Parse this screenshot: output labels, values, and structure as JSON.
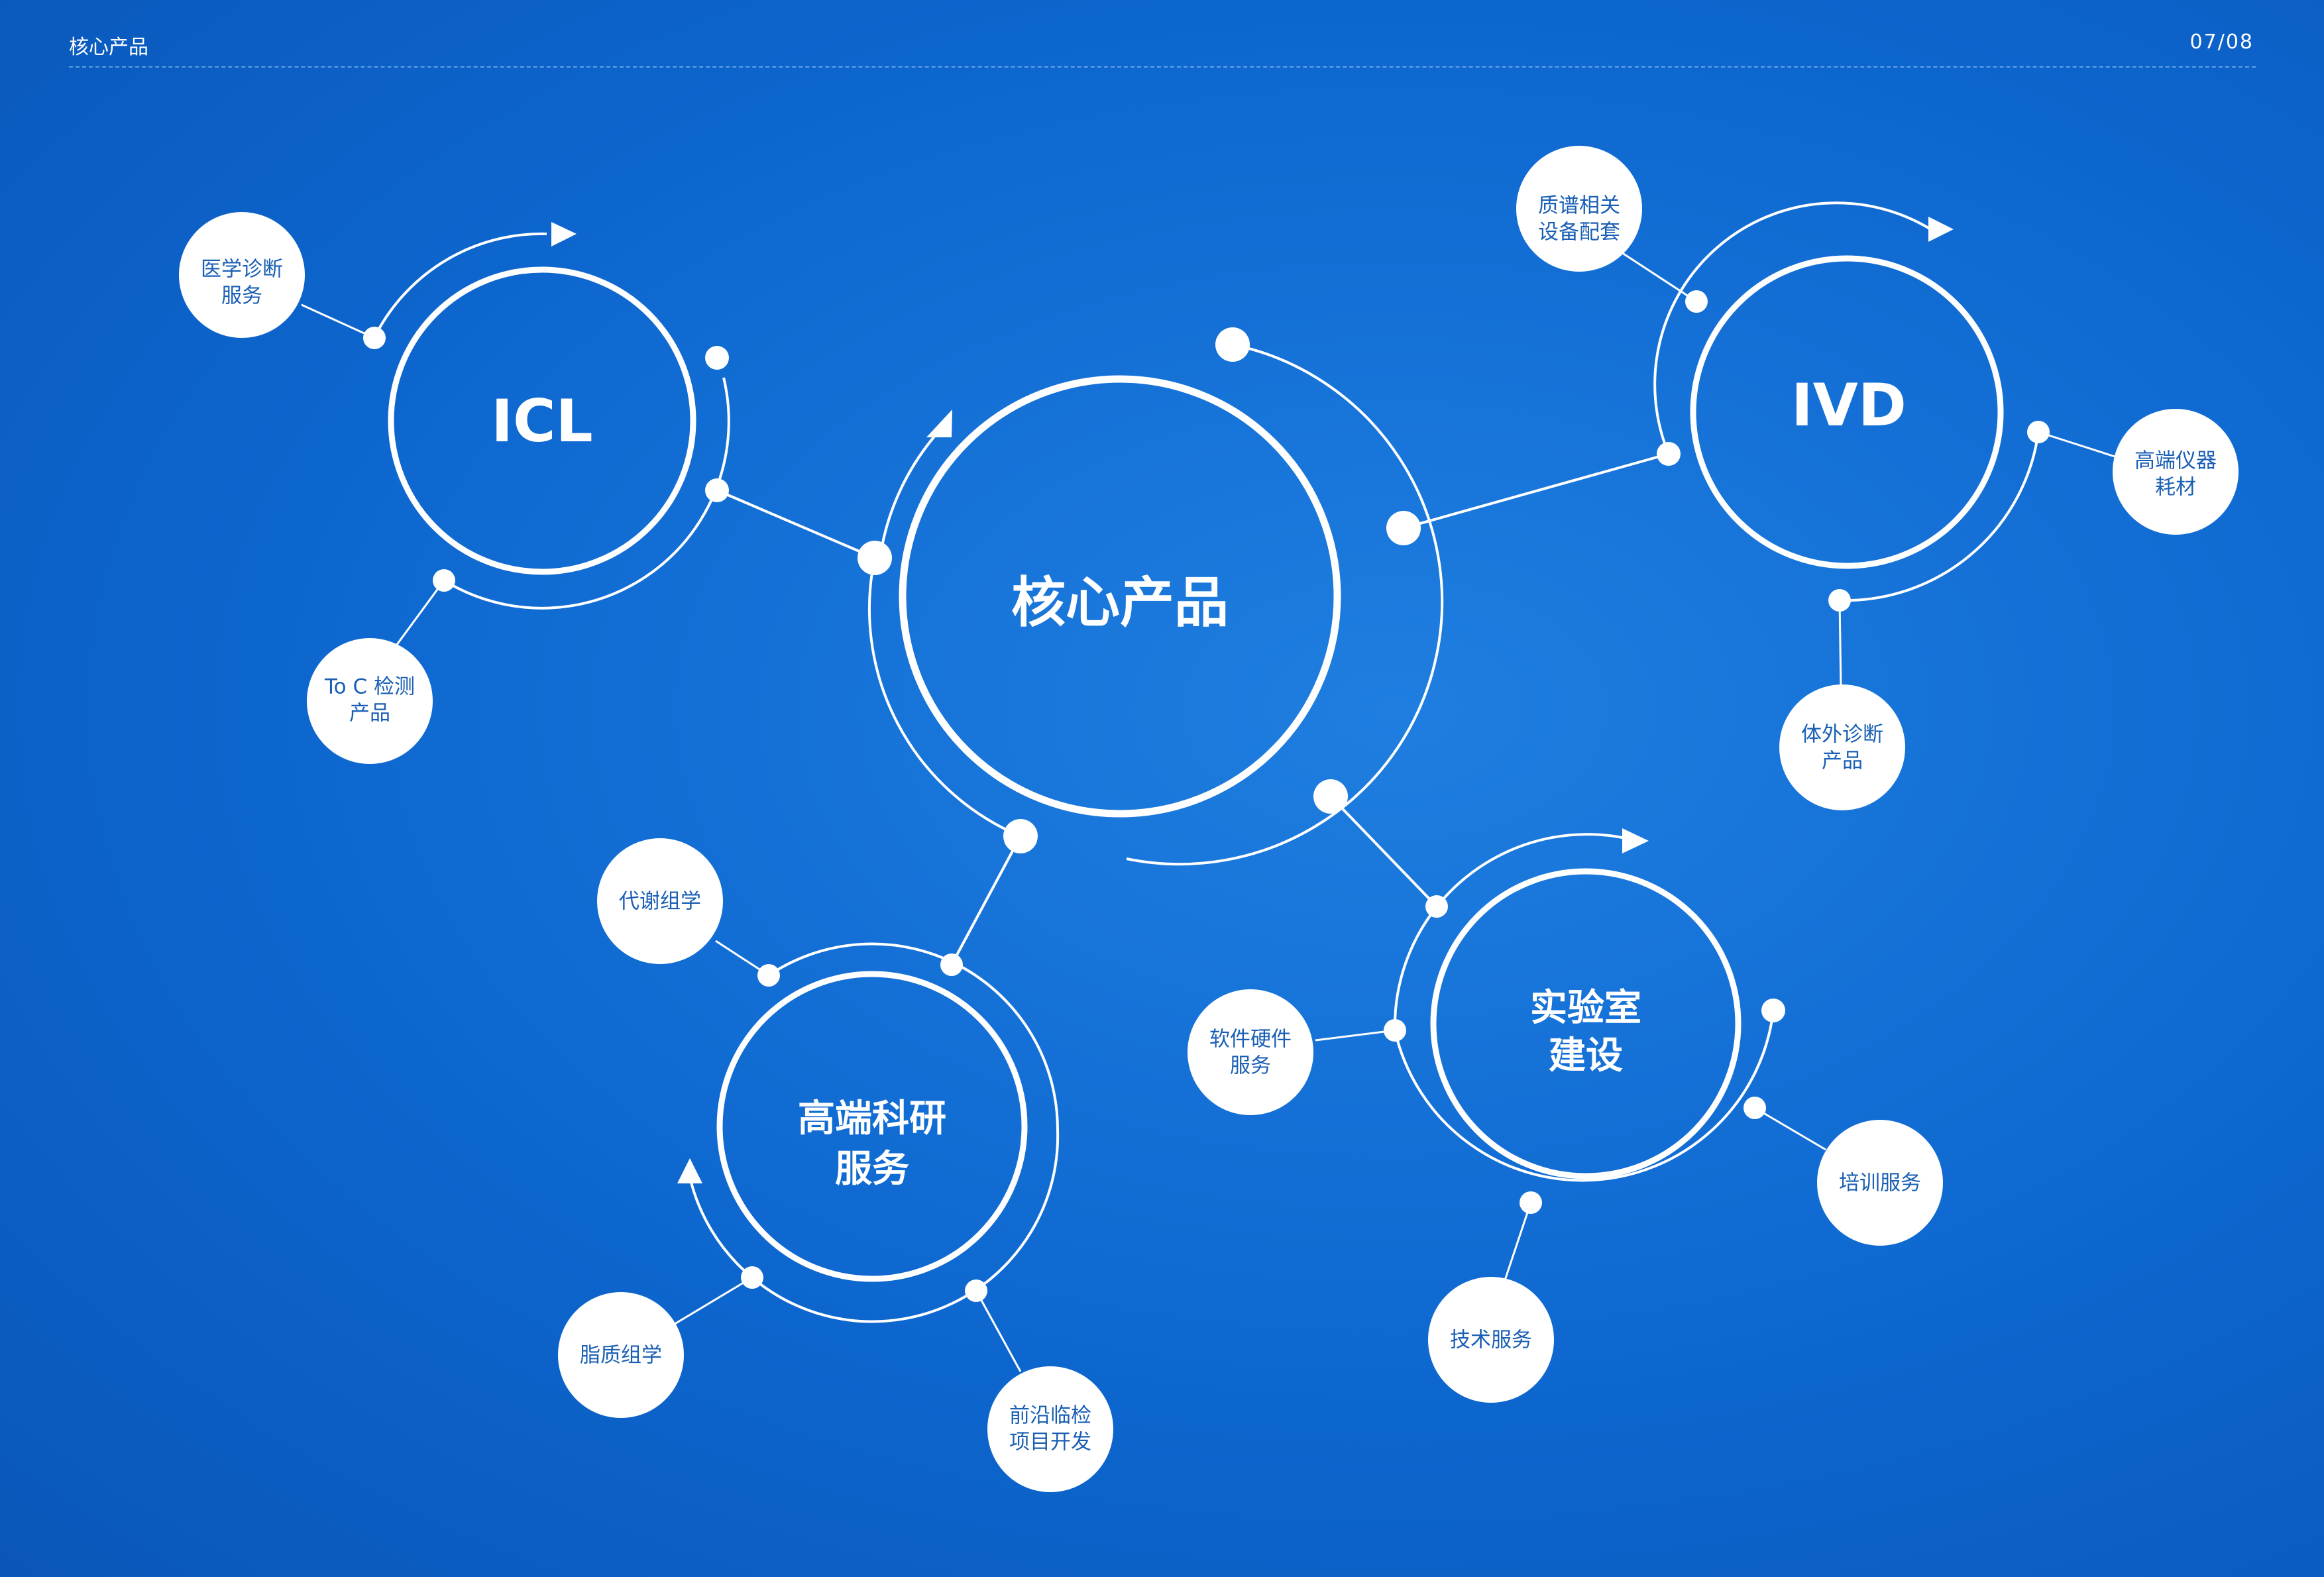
{
  "header": {
    "title": "核心产品",
    "page": "07/08"
  },
  "hubs": {
    "core": {
      "label": "核心产品"
    },
    "icl": {
      "label": "ICL"
    },
    "ivd": {
      "label": "IVD"
    },
    "research": {
      "line1": "高端科研",
      "line2": "服务"
    },
    "lab": {
      "line1": "实验室",
      "line2": "建设"
    }
  },
  "leaves": {
    "medical_diagnosis": {
      "line1": "医学诊断",
      "line2": "服务"
    },
    "toc_test": {
      "line1": "To C 检测",
      "line2": "产品"
    },
    "ms_equipment": {
      "line1": "质谱相关",
      "line2": "设备配套"
    },
    "instrument_consumables": {
      "line1": "高端仪器",
      "line2": "耗材"
    },
    "ivd_products": {
      "line1": "体外诊断",
      "line2": "产品"
    },
    "metabolomics": {
      "line1": "代谢组学"
    },
    "lipidomics": {
      "line1": "脂质组学"
    },
    "frontier_clinical": {
      "line1": "前沿临检",
      "line2": "项目开发"
    },
    "software_hardware": {
      "line1": "软件硬件",
      "line2": "服务"
    },
    "training": {
      "line1": "培训服务"
    },
    "tech_service": {
      "line1": "技术服务"
    }
  }
}
